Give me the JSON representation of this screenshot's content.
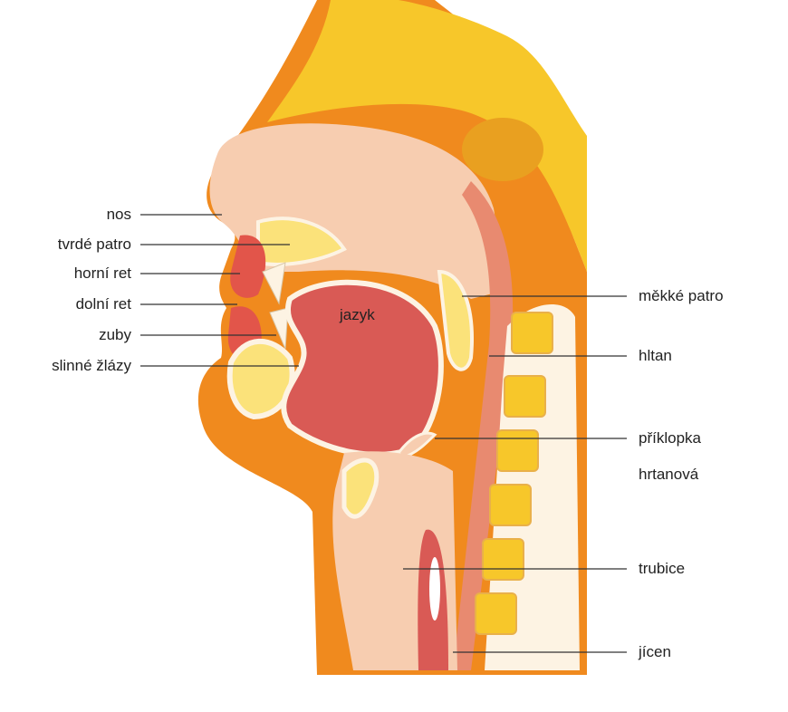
{
  "labels_left": [
    {
      "text": "nos"
    },
    {
      "text": "tvrdé patro"
    },
    {
      "text": "horní ret"
    },
    {
      "text": "dolní ret"
    },
    {
      "text": "zuby"
    },
    {
      "text": "slinné žlázy"
    }
  ],
  "labels_right": [
    {
      "text": "měkké patro"
    },
    {
      "text": "hltan"
    },
    {
      "text": "příklopka"
    },
    {
      "text": "hrtanová"
    },
    {
      "text": "trubice"
    },
    {
      "text": "jícen"
    }
  ],
  "tongue_label": "jazyk",
  "colors": {
    "skin": "#f08a1e",
    "bone": "#f7c72a",
    "bone_light": "#fbe27a",
    "tissue": "#f7cdb0",
    "tongue": "#d95a55",
    "lip": "#e2554a",
    "cream": "#fdf3e3",
    "line": "#333333"
  }
}
